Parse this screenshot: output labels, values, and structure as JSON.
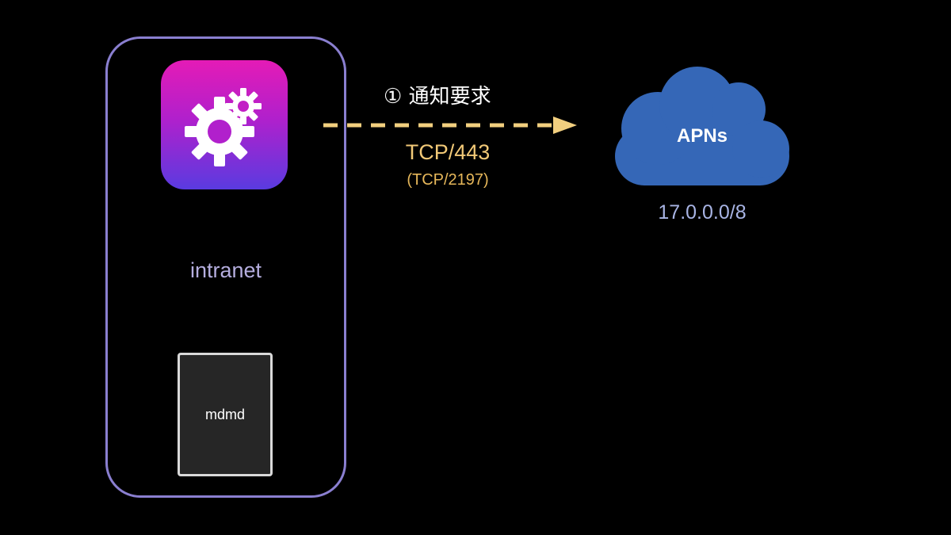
{
  "intranet": {
    "label": "intranet"
  },
  "app": {
    "icon": "gears-icon",
    "gradient_top": "#e41bb6",
    "gradient_bottom": "#5a3be0"
  },
  "device": {
    "label": "mdmd"
  },
  "connection": {
    "step": "① 通知要求",
    "protocol": "TCP/443",
    "protocol_alt": "(TCP/2197)",
    "arrow_color": "#f2cf7f"
  },
  "cloud": {
    "label": "APNs",
    "ip_range": "17.0.0.0/8",
    "color": "#3567b7"
  }
}
